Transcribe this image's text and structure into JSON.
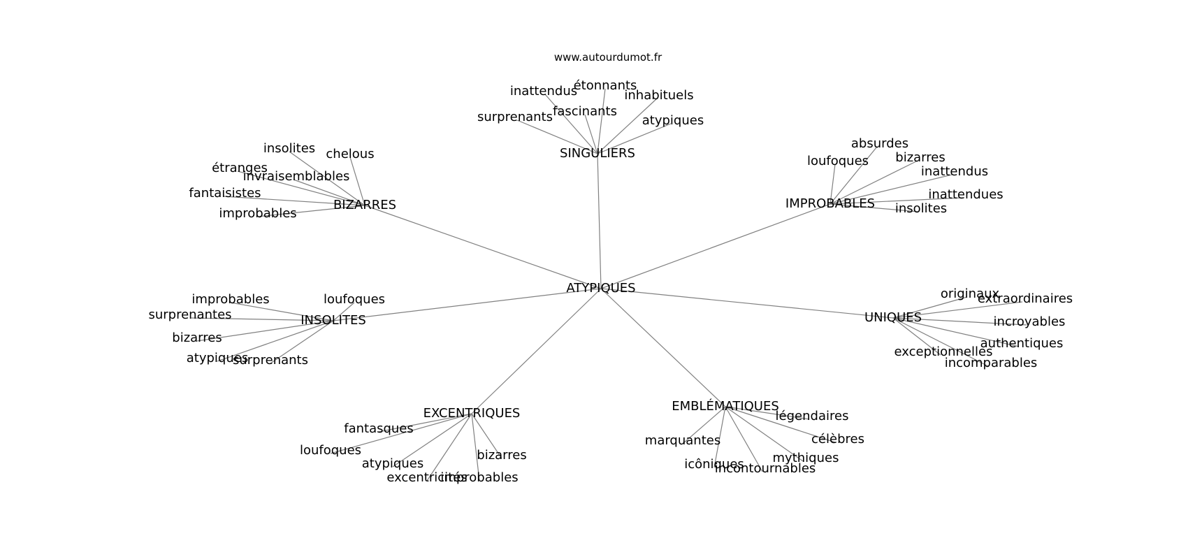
{
  "source_label": "www.autourdumot.fr",
  "center": {
    "id": "c",
    "label": "ATYPIQUES"
  },
  "groups": [
    {
      "id": "sing",
      "label": "SINGULIERS",
      "words": [
        "surprenants",
        "inattendus",
        "étonnants",
        "fascinants",
        "inhabituels",
        "atypiques"
      ]
    },
    {
      "id": "biz",
      "label": "BIZARRES",
      "words": [
        "insolites",
        "chelous",
        "étranges",
        "invraisemblables",
        "fantaisistes",
        "improbables"
      ]
    },
    {
      "id": "impr",
      "label": "IMPROBABLES",
      "words": [
        "absurdes",
        "loufoques",
        "bizarres",
        "inattendus",
        "inattendues",
        "insolites"
      ]
    },
    {
      "id": "ins",
      "label": "INSOLITES",
      "words": [
        "improbables",
        "loufoques",
        "surprenantes",
        "bizarres",
        "atypiques",
        "surprenants"
      ]
    },
    {
      "id": "uni",
      "label": "UNIQUES",
      "words": [
        "originaux",
        "extraordinaires",
        "incroyables",
        "authentiques",
        "exceptionnelles",
        "incomparables"
      ]
    },
    {
      "id": "exc",
      "label": "EXCENTRIQUES",
      "words": [
        "fantasques",
        "loufoques",
        "atypiques",
        "excentricités",
        "improbables",
        "bizarres"
      ]
    },
    {
      "id": "emb",
      "label": "EMBLÉMATIQUES",
      "words": [
        "légendaires",
        "célèbres",
        "marquantes",
        "mythiques",
        "icôniques",
        "incontournables"
      ]
    }
  ]
}
